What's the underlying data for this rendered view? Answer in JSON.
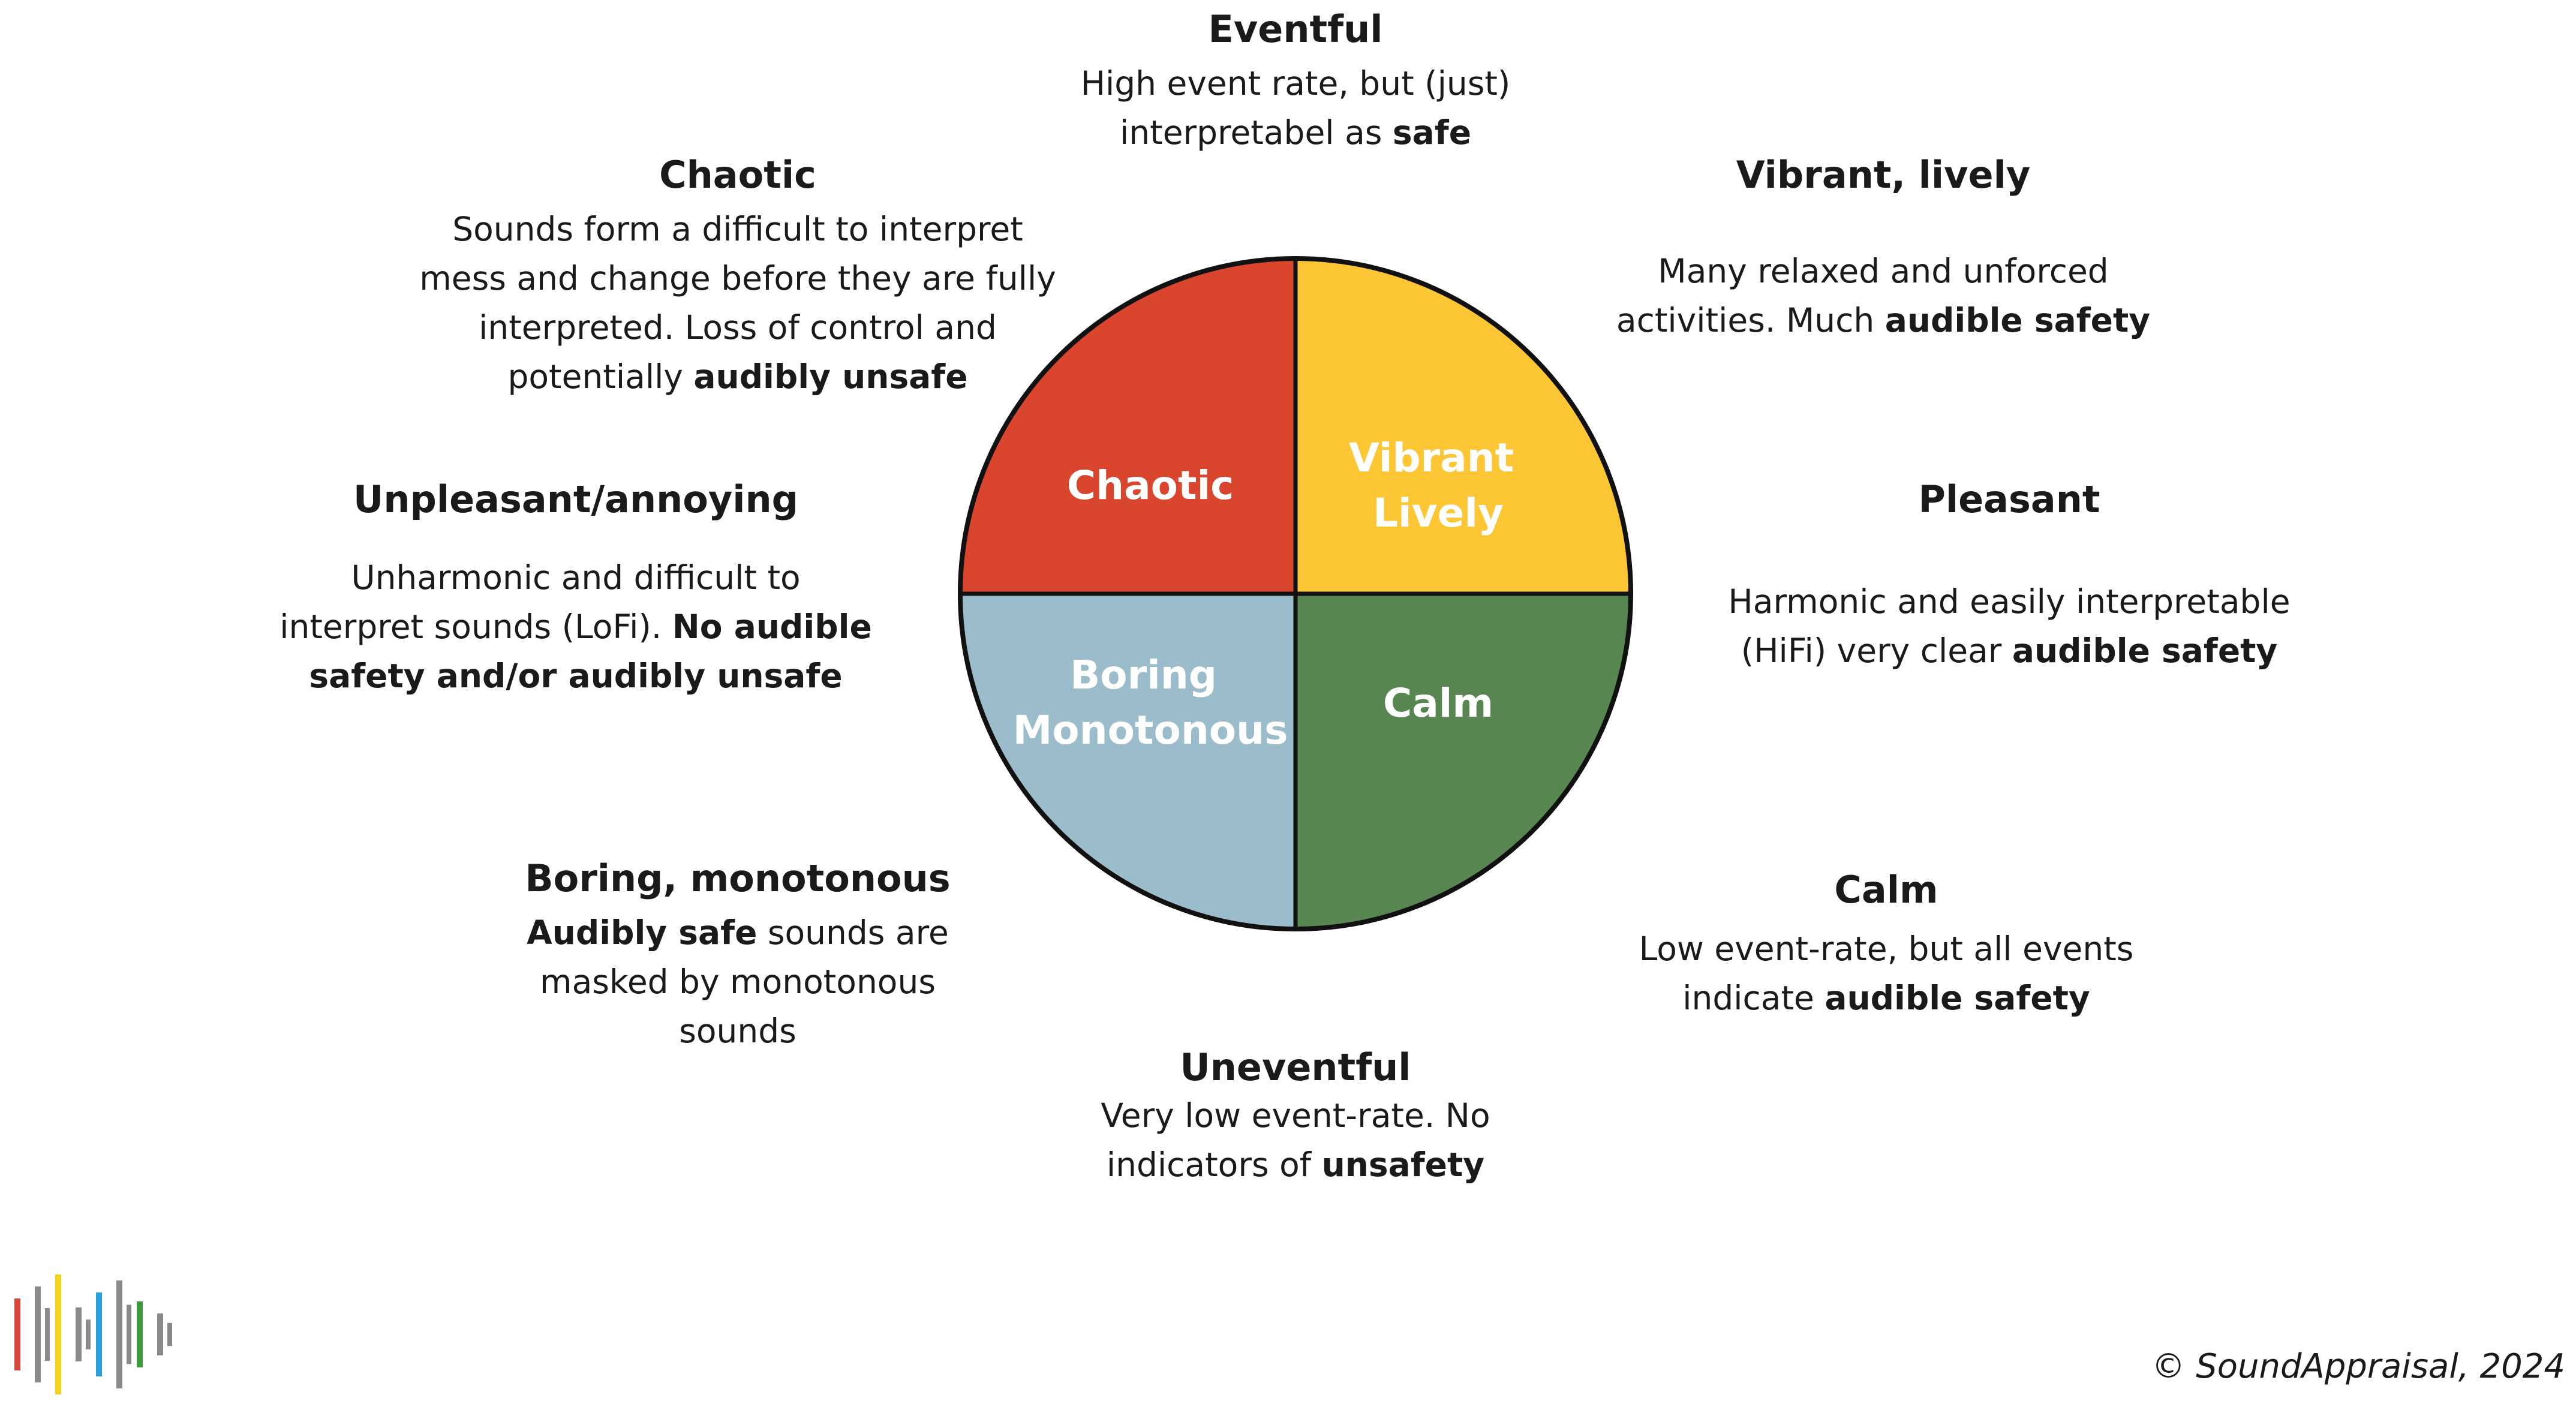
{
  "wheel": {
    "quadrants": [
      {
        "id": "chaotic",
        "lines": [
          "Chaotic"
        ],
        "color": "#da452d"
      },
      {
        "id": "vibrant",
        "lines": [
          "Vibrant",
          "Lively"
        ],
        "color": "#fcc634"
      },
      {
        "id": "boring",
        "lines": [
          "Boring",
          "Monotonous"
        ],
        "color": "#9bbccb"
      },
      {
        "id": "calm",
        "lines": [
          "Calm"
        ],
        "color": "#578650"
      }
    ]
  },
  "descriptions": {
    "eventful": {
      "heading": "Eventful",
      "lines": [
        [
          {
            "t": "High event rate, but (just)"
          }
        ],
        [
          {
            "t": "interpretabel as "
          },
          {
            "t": "safe",
            "b": true
          }
        ]
      ]
    },
    "chaotic": {
      "heading": "Chaotic",
      "lines": [
        [
          {
            "t": "Sounds form a difficult to interpret"
          }
        ],
        [
          {
            "t": "mess and change before they are fully"
          }
        ],
        [
          {
            "t": "interpreted. Loss of control and"
          }
        ],
        [
          {
            "t": "potentially "
          },
          {
            "t": "audibly unsafe",
            "b": true
          }
        ]
      ]
    },
    "vibrant": {
      "heading": "Vibrant, lively",
      "lines": [
        [
          {
            "t": "Many relaxed and unforced"
          }
        ],
        [
          {
            "t": "activities. Much "
          },
          {
            "t": "audible safety",
            "b": true
          }
        ]
      ]
    },
    "unpleasant": {
      "heading": "Unpleasant/annoying",
      "lines": [
        [
          {
            "t": "Unharmonic and difficult to"
          }
        ],
        [
          {
            "t": "interpret sounds (LoFi). "
          },
          {
            "t": "No audible",
            "b": true
          }
        ],
        [
          {
            "t": "safety and/or audibly unsafe",
            "b": true
          }
        ]
      ]
    },
    "pleasant": {
      "heading": "Pleasant",
      "lines": [
        [
          {
            "t": "Harmonic and easily interpretable"
          }
        ],
        [
          {
            "t": "(HiFi) very clear "
          },
          {
            "t": "audible safety",
            "b": true
          }
        ]
      ]
    },
    "boring": {
      "heading": "Boring, monotonous",
      "lines": [
        [
          {
            "t": "Audibly safe",
            "b": true
          },
          {
            "t": " sounds are"
          }
        ],
        [
          {
            "t": "masked by monotonous"
          }
        ],
        [
          {
            "t": "sounds"
          }
        ]
      ]
    },
    "calm": {
      "heading": "Calm",
      "lines": [
        [
          {
            "t": "Low event-rate, but all events"
          }
        ],
        [
          {
            "t": "indicate "
          },
          {
            "t": "audible safety",
            "b": true
          }
        ]
      ]
    },
    "uneventful": {
      "heading": "Uneventful",
      "lines": [
        [
          {
            "t": "Very low event-rate. No"
          }
        ],
        [
          {
            "t": "indicators of "
          },
          {
            "t": "unsafety",
            "b": true
          }
        ]
      ]
    }
  },
  "logo": {
    "bar_colors": [
      "#d9463a",
      "#8a8a8a",
      "#f2d21b",
      "#8a8a8a",
      "#2aa0dc",
      "#8a8a8a",
      "#3d9b3d",
      "#8a8a8a"
    ]
  },
  "footer": {
    "copyright": "© SoundAppraisal, 2024"
  }
}
